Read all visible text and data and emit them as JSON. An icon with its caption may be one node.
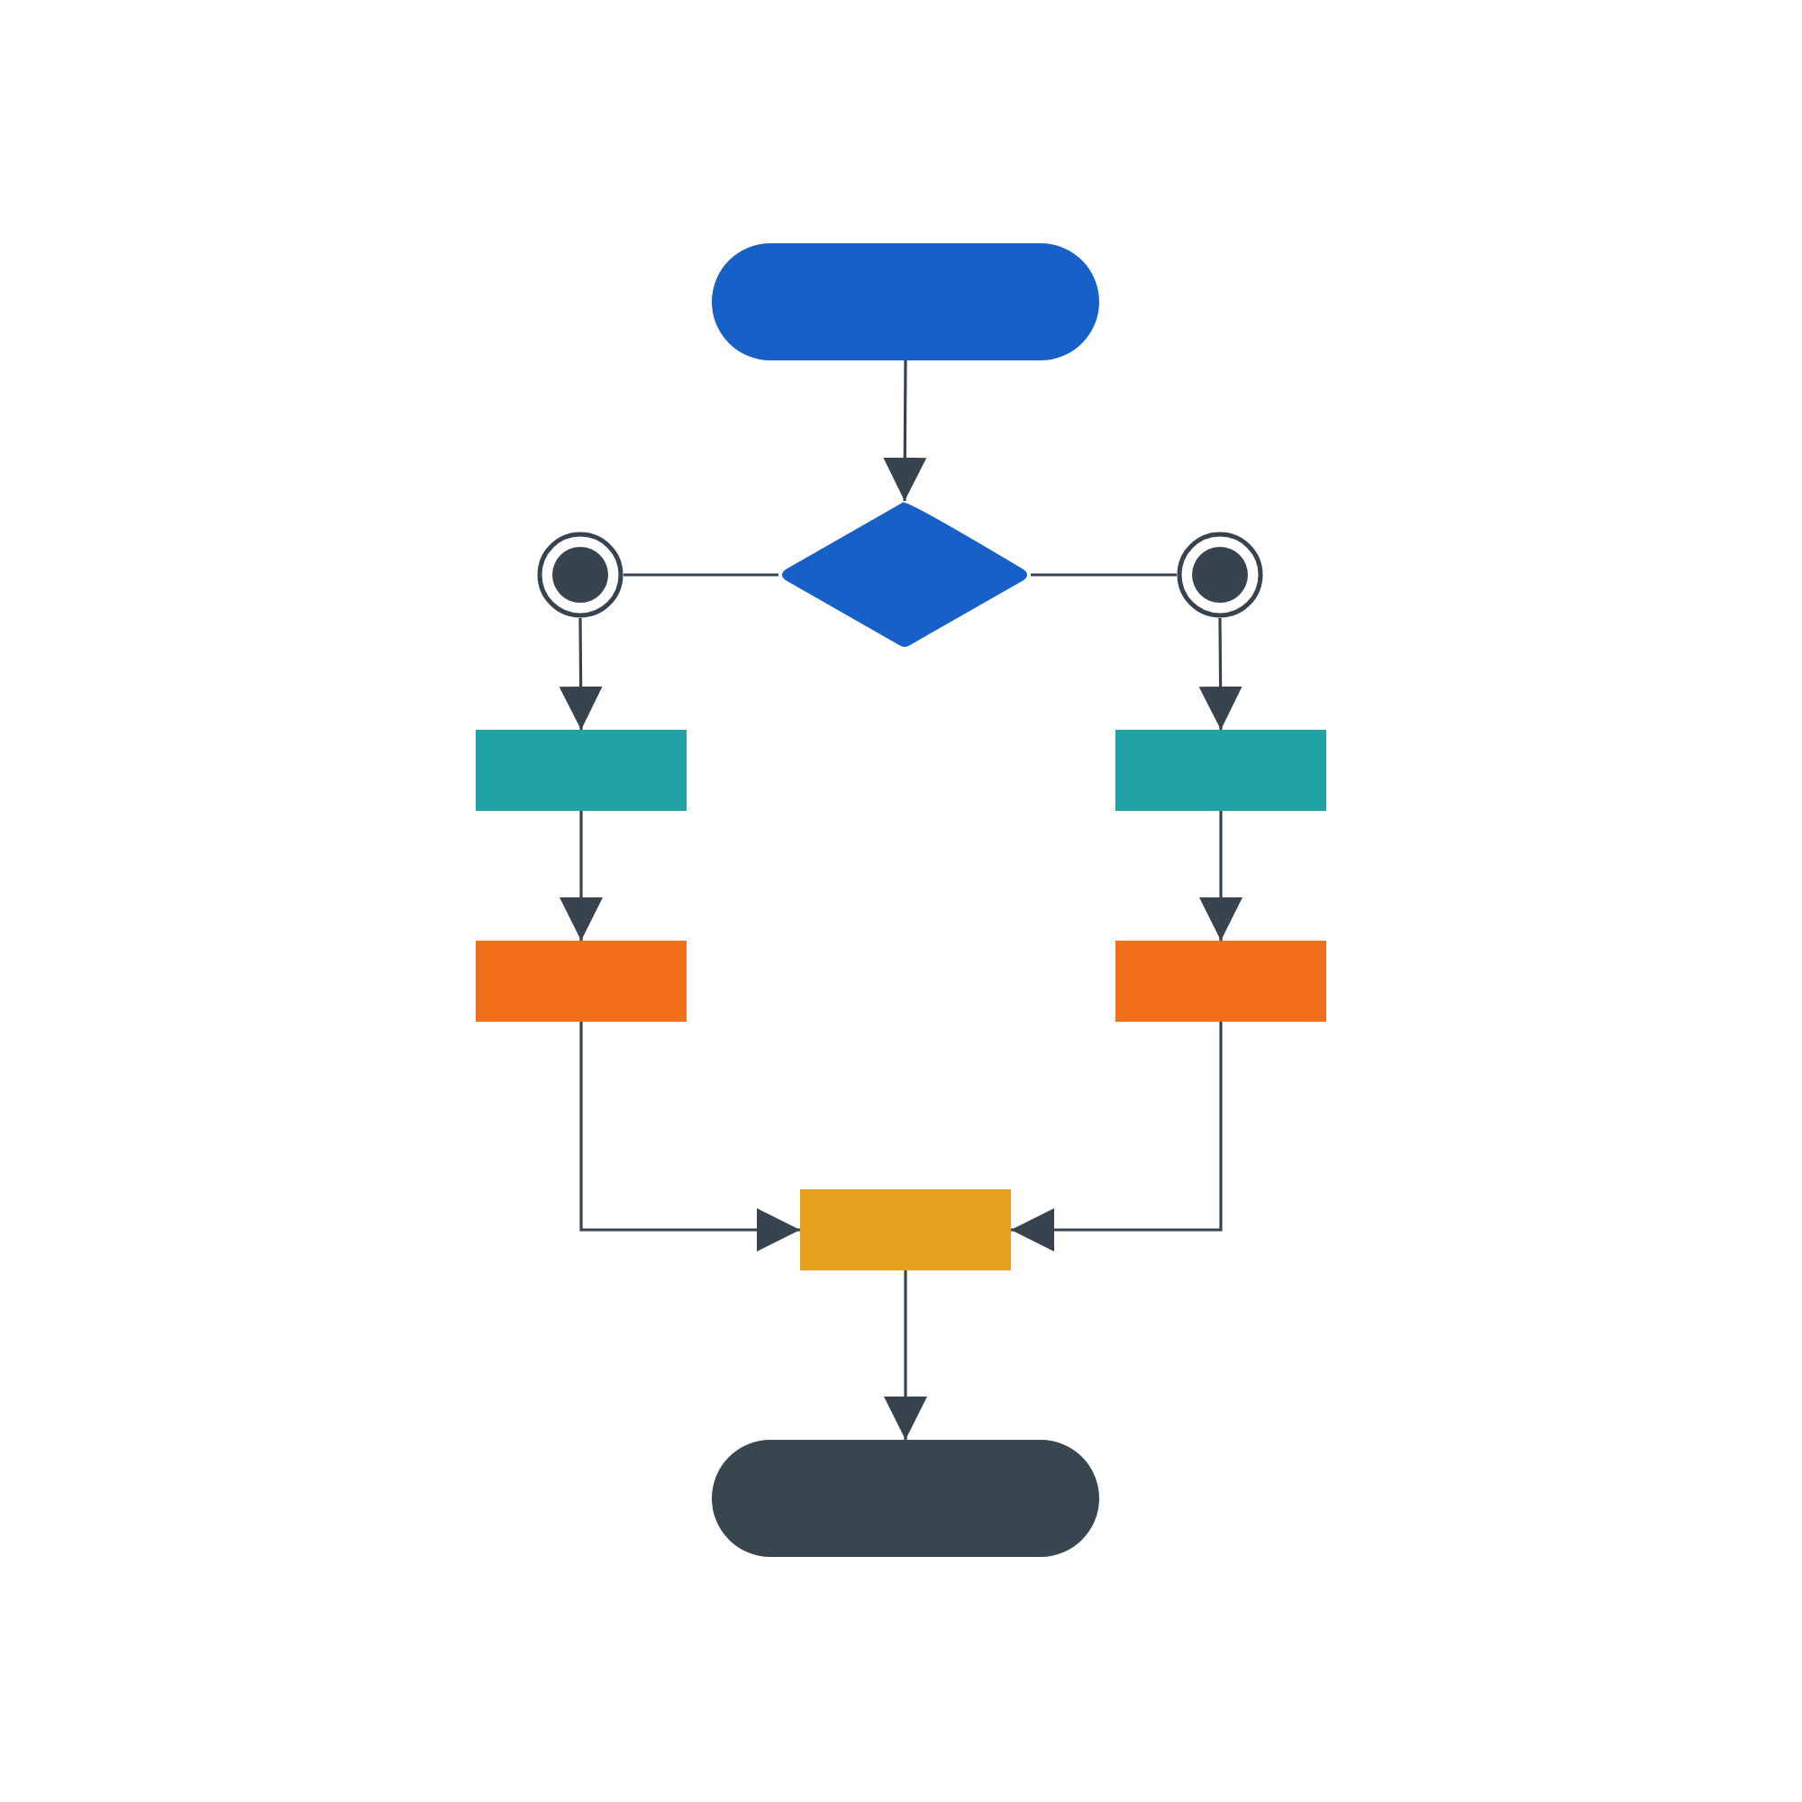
{
  "diagram": {
    "nodes": [
      {
        "text": [],
        "shape": "pill"
      },
      {
        "text": [],
        "shape": "diamond"
      },
      {
        "text": [],
        "shape": "circle"
      },
      {
        "text": [],
        "shape": "circle"
      },
      {
        "text": [],
        "shape": "box"
      },
      {
        "text": [],
        "shape": "box"
      },
      {
        "text": [],
        "shape": "box"
      },
      {
        "text": [],
        "shape": "box"
      },
      {
        "text": [],
        "shape": "box"
      },
      {
        "text": [],
        "shape": "pill"
      }
    ],
    "edges": [
      {
        "from": 0,
        "to": 1,
        "arrow": "to"
      },
      {
        "from": 1,
        "to": 2,
        "arrow": "none"
      },
      {
        "from": 1,
        "to": 3,
        "arrow": "none"
      },
      {
        "from": 2,
        "to": 4,
        "arrow": "to"
      },
      {
        "from": 3,
        "to": 5,
        "arrow": "to"
      },
      {
        "from": 4,
        "to": 6,
        "arrow": "to"
      },
      {
        "from": 5,
        "to": 7,
        "arrow": "to"
      },
      {
        "from": 6,
        "to": 8,
        "arrow": "to"
      },
      {
        "from": 7,
        "to": 8,
        "arrow": "to"
      },
      {
        "from": 8,
        "to": 9,
        "arrow": "to"
      }
    ]
  }
}
